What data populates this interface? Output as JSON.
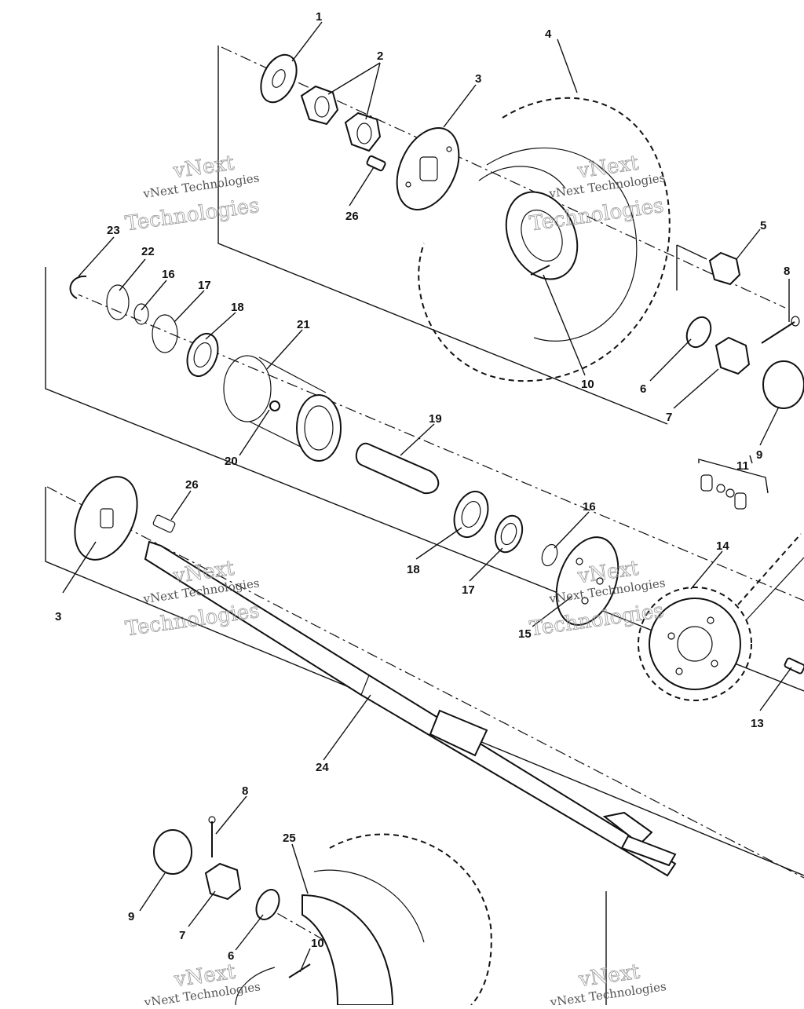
{
  "diagram": {
    "callouts": {
      "c1": "1",
      "c2": "2",
      "c3a": "3",
      "c4": "4",
      "c5": "5",
      "c6a": "6",
      "c7a": "7",
      "c8a": "8",
      "c9a": "9",
      "c10a": "10",
      "c11": "11",
      "c13": "13",
      "c14": "14",
      "c15": "15",
      "c16a": "16",
      "c16b": "16",
      "c17a": "17",
      "c17b": "17",
      "c18a": "18",
      "c18b": "18",
      "c19": "19",
      "c20": "20",
      "c21": "21",
      "c22": "22",
      "c23": "23",
      "c24": "24",
      "c25": "25",
      "c26a": "26",
      "c26b": "26",
      "c3b": "3",
      "c8b": "8",
      "c9b": "9",
      "c7b": "7",
      "c6b": "6",
      "c10b": "10"
    },
    "watermark": {
      "line1": "vNext Technologies",
      "line2": "Technologies",
      "line3": "vNext"
    }
  }
}
